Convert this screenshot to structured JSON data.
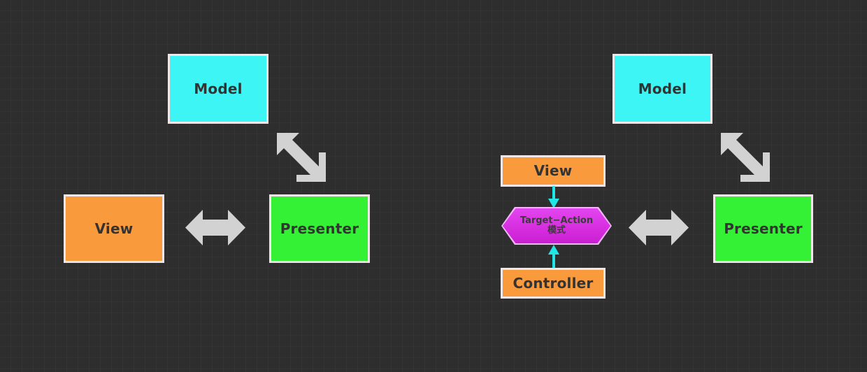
{
  "diagram": {
    "title": "MVP and MVC pattern comparison diagram",
    "background_color": "#2e2e2e",
    "colors": {
      "model": "#3ef5f5",
      "view": "#f99b3c",
      "presenter": "#35f135",
      "controller": "#f99b3c",
      "hexagon": "#d632e0",
      "gray_arrow": "#d2d2d2",
      "cyan_arrow": "#22e5e5",
      "node_border": "#efe7e7",
      "node_text": "#333333"
    }
  },
  "left_group": {
    "model": {
      "label": "Model"
    },
    "view": {
      "label": "View"
    },
    "presenter": {
      "label": "Presenter"
    },
    "diagonal_arrow": {
      "name": "model-presenter-bidirectional-arrow"
    },
    "horizontal_arrow": {
      "name": "view-presenter-bidirectional-arrow"
    }
  },
  "right_group": {
    "model": {
      "label": "Model"
    },
    "view": {
      "label": "View"
    },
    "controller": {
      "label": "Controller"
    },
    "presenter": {
      "label": "Presenter"
    },
    "hexagon": {
      "line1": "Target−Action",
      "line2": "模式"
    },
    "arrow_view_to_hex": {
      "name": "view-to-target-action-arrow"
    },
    "arrow_controller_to_hex": {
      "name": "controller-to-target-action-arrow"
    },
    "diagonal_arrow": {
      "name": "model-presenter-bidirectional-arrow"
    },
    "horizontal_arrow": {
      "name": "hexagon-presenter-bidirectional-arrow"
    }
  }
}
